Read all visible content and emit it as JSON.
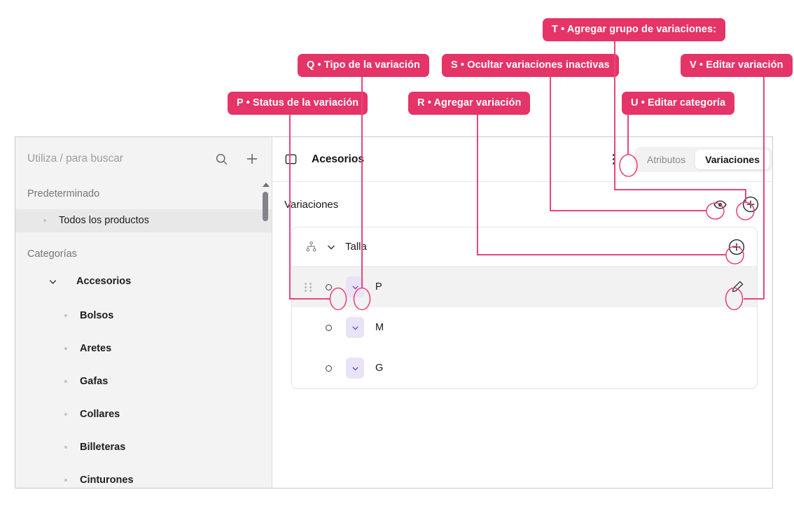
{
  "callouts": [
    {
      "id": "P",
      "label": "P • Status de la variación"
    },
    {
      "id": "Q",
      "label": "Q • Tipo de la variación"
    },
    {
      "id": "R",
      "label": "R • Agregar variación"
    },
    {
      "id": "S",
      "label": "S •  Ocultar variaciones inactivas"
    },
    {
      "id": "T",
      "label": "T • Agregar grupo de variaciones:"
    },
    {
      "id": "U",
      "label": "U • Editar categoría"
    },
    {
      "id": "V",
      "label": "V • Editar variación"
    }
  ],
  "sidebar": {
    "search": {
      "placeholder": "Utiliza / para buscar",
      "search_icon": "search-icon",
      "add_icon": "plus-icon"
    },
    "sections": [
      {
        "label": "Predeterminado"
      },
      {
        "label": "Categorías"
      }
    ],
    "default_items": [
      {
        "label": "Todos los productos",
        "selected": true
      }
    ],
    "categories": [
      {
        "label": "Accesorios",
        "expanded": true,
        "chevron": "chevron-down-icon"
      }
    ],
    "category_children": [
      {
        "label": "Bolsos"
      },
      {
        "label": "Aretes"
      },
      {
        "label": "Gafas"
      },
      {
        "label": "Collares"
      },
      {
        "label": "Billeteras"
      },
      {
        "label": "Cinturones"
      }
    ]
  },
  "main": {
    "header": {
      "panel_icon": "sidebar-toggle-icon",
      "title": "Acesorios",
      "kebab_icon": "more-vertical-icon",
      "tabs": [
        {
          "label": "Atributos",
          "active": false
        },
        {
          "label": "Variaciones",
          "active": true
        }
      ]
    },
    "subheader": {
      "title": "Variaciones",
      "hide_icon": "eye-icon",
      "add_icon": "plus-circle-icon"
    },
    "variation_group": {
      "group_icon": "hierarchy-icon",
      "chevron": "chevron-down-icon",
      "name": "Talla",
      "add_icon": "plus-circle-icon",
      "rows": [
        {
          "label": "P",
          "status": "inactive-circle",
          "type_icon": "chevron-down-icon",
          "highlighted": true,
          "edit_icon": "pencil-icon"
        },
        {
          "label": "M",
          "status": "inactive-circle",
          "type_icon": "chevron-down-icon",
          "highlighted": false,
          "edit_icon": "pencil-icon"
        },
        {
          "label": "G",
          "status": "inactive-circle",
          "type_icon": "chevron-down-icon",
          "highlighted": false,
          "edit_icon": "pencil-icon"
        }
      ]
    }
  },
  "colors": {
    "accent": "#e53467",
    "leader": "#e8467a",
    "chip_bg": "#e9e3f8",
    "chip_fg": "#6b47c4",
    "row_highlight": "#f2f2f2",
    "sidebar_bg": "#f3f3f3"
  }
}
